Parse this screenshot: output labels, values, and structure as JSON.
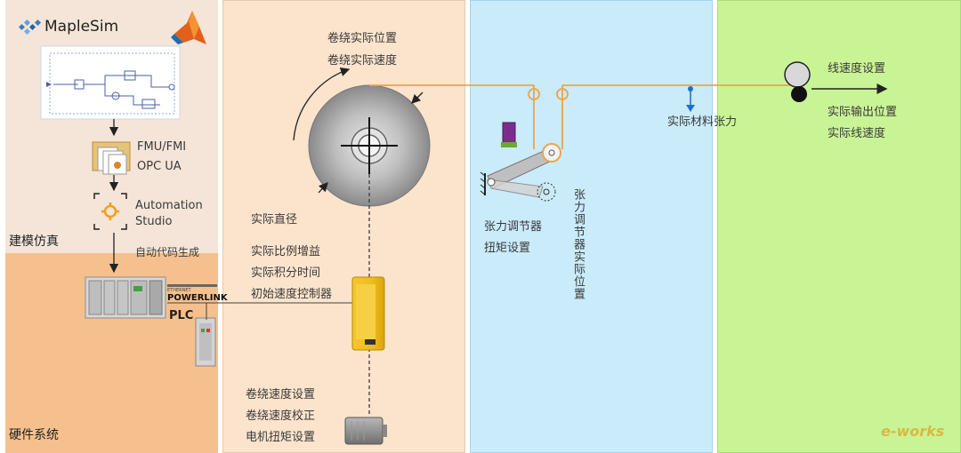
{
  "left_column": {
    "brand": "MapleSim",
    "fmu_label": "FMU/FMI",
    "opc_label": "OPC UA",
    "automation_label_line1": "Automation",
    "automation_label_line2": "Studio",
    "codegen_label": "自动代码生成",
    "section_modeling": "建模仿真",
    "powerlink_small": "ETHERNET",
    "powerlink_label": "POWERLINK",
    "plc_label": "PLC",
    "section_hardware": "硬件系统"
  },
  "winder_panel": {
    "actual_position": "卷绕实际位置",
    "actual_speed": "卷绕实际速度",
    "actual_diameter": "实际直径",
    "prop_gain": "实际比例增益",
    "integral_time": "实际积分时间",
    "init_speed_ctrl": "初始速度控制器",
    "wind_speed_set": "卷绕速度设置",
    "wind_speed_correct": "卷绕速度校正",
    "motor_torque_set": "电机扭矩设置"
  },
  "tension_panel": {
    "actual_tension": "实际材料张力",
    "dancer": "张力调节器",
    "torque_set": "扭矩设置",
    "dancer_position": "张力调节器实际位置"
  },
  "line_panel": {
    "line_speed_set": "线速度设置",
    "actual_output_pos": "实际输出位置",
    "actual_line_speed": "实际线速度",
    "watermark": "e-works"
  },
  "colors": {
    "modeling_bg": "#f4e5d8",
    "hardware_bg": "#f5c08d",
    "winder_bg": "#fbe3cc",
    "tension_bg": "#c9ebfa",
    "line_bg": "#c9f495",
    "web": "#e8a54c",
    "drive_yellow": "#f0bd1b"
  }
}
